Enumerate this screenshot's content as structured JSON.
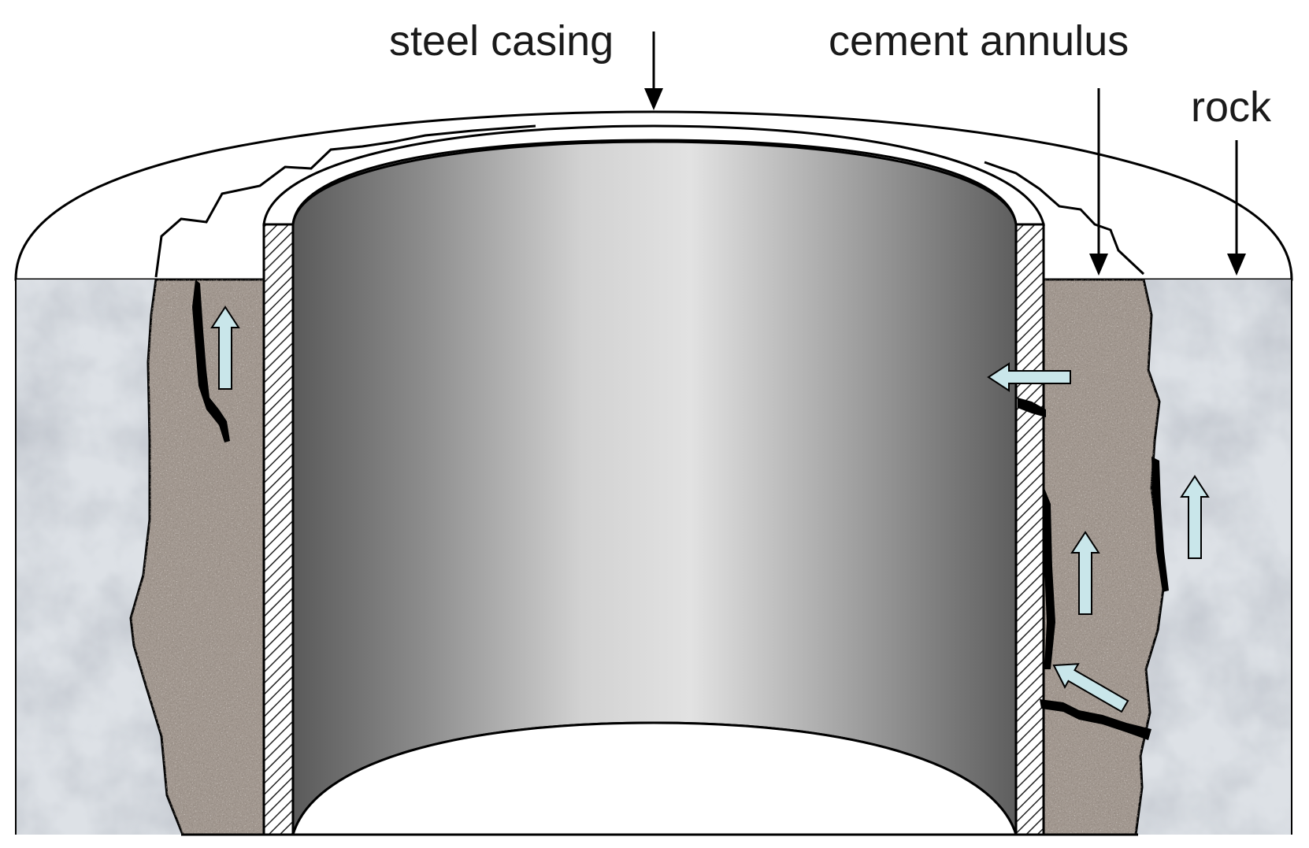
{
  "labels": {
    "steel_casing": "steel casing",
    "cement_annulus": "cement annulus",
    "rock": "rock"
  },
  "colors": {
    "rock": "#dde1e6",
    "cement": "#a49a92",
    "crack": "#000000",
    "flow_arrow": "#c9e6ea",
    "casing_dark": "#5f5f5f",
    "casing_light": "#dcdcdc",
    "outline": "#000000"
  }
}
